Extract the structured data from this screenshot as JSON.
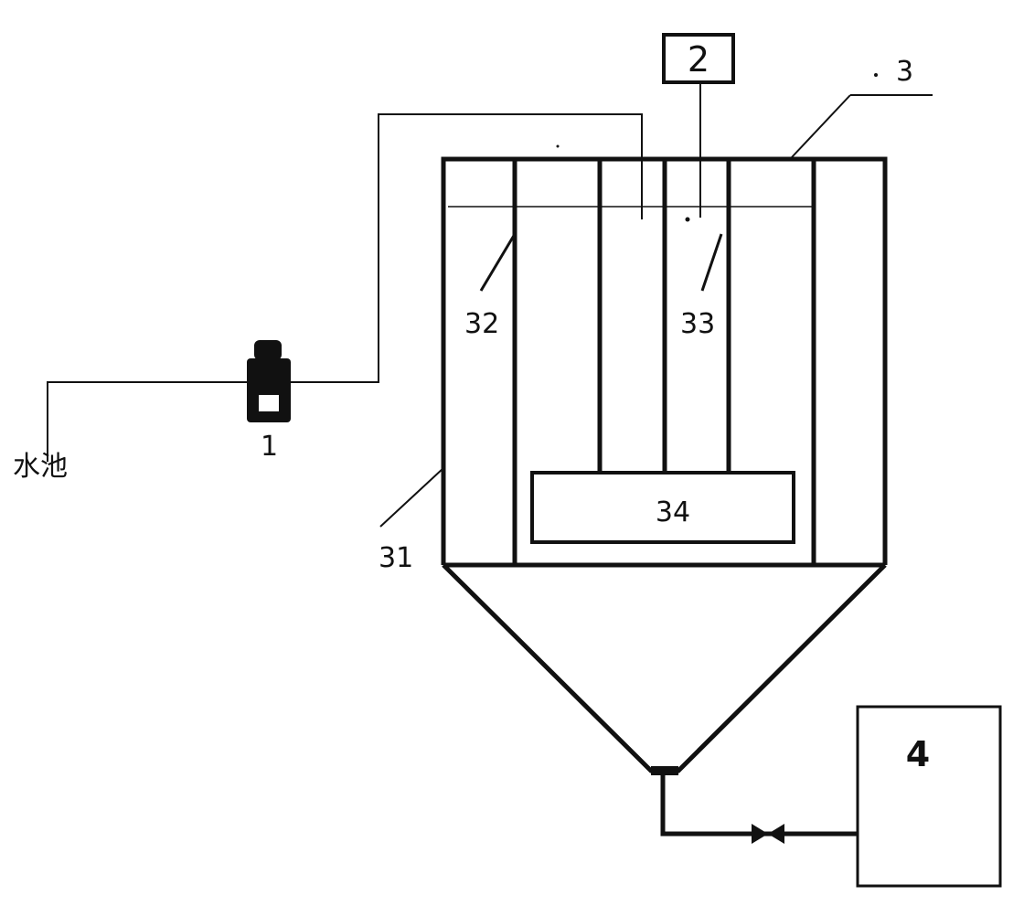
{
  "labels": {
    "pool": "水池",
    "pump": "1",
    "top_device": "2",
    "tank": "3",
    "tank_wall": "31",
    "plate_left": "32",
    "plate_right": "33",
    "bottom_box": "34",
    "collector": "4"
  },
  "colors": {
    "line": "#111111",
    "background": "#ffffff"
  }
}
